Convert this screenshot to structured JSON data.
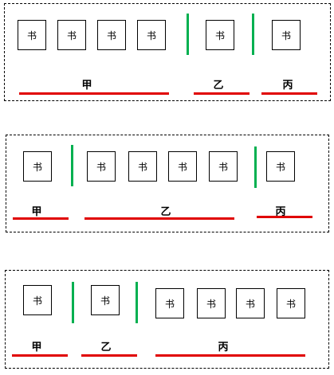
{
  "book_label": "书",
  "divider_color": "#00b050",
  "underline_color": "#e00000",
  "panels": [
    {
      "arrangement": [
        "book",
        "book",
        "book",
        "book",
        "divider",
        "book",
        "divider",
        "book"
      ],
      "groups": [
        {
          "label": "甲",
          "book_count": 4
        },
        {
          "label": "乙",
          "book_count": 1
        },
        {
          "label": "丙",
          "book_count": 1
        }
      ]
    },
    {
      "arrangement": [
        "book",
        "divider",
        "book",
        "book",
        "book",
        "book",
        "divider",
        "book"
      ],
      "groups": [
        {
          "label": "甲",
          "book_count": 1
        },
        {
          "label": "乙",
          "book_count": 4
        },
        {
          "label": "丙",
          "book_count": 1
        }
      ]
    },
    {
      "arrangement": [
        "book",
        "divider",
        "book",
        "divider",
        "book",
        "book",
        "book",
        "book"
      ],
      "groups": [
        {
          "label": "甲",
          "book_count": 1
        },
        {
          "label": "乙",
          "book_count": 1
        },
        {
          "label": "丙",
          "book_count": 4
        }
      ]
    }
  ]
}
